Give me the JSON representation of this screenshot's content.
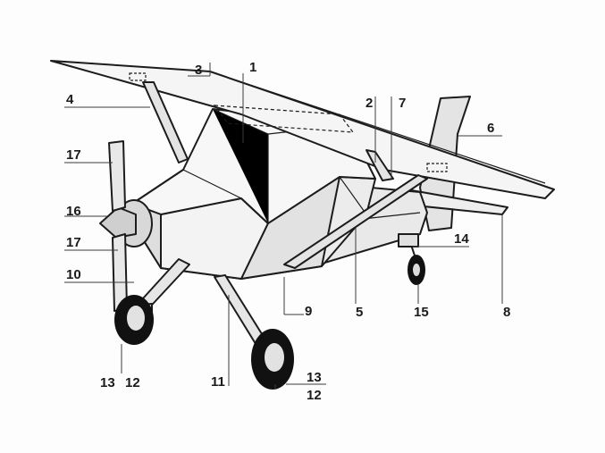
{
  "labels": {
    "l1": "1",
    "l2": "2",
    "l3": "3",
    "l4": "4",
    "l5": "5",
    "l6": "6",
    "l7": "7",
    "l8": "8",
    "l9": "9",
    "l10": "10",
    "l11": "11",
    "l12a": "12",
    "l12b": "12",
    "l13a": "13",
    "l13b": "13",
    "l14": "14",
    "l15": "15",
    "l16": "16",
    "l17a": "17",
    "l17b": "17"
  },
  "colors": {
    "ink": "#1c1c1c",
    "paper": "#fdfdfd",
    "fill_light": "#f2f2f2",
    "fill_mid": "#e6e6e6",
    "fill_dark": "#d5d5d5",
    "tire": "#111111"
  }
}
